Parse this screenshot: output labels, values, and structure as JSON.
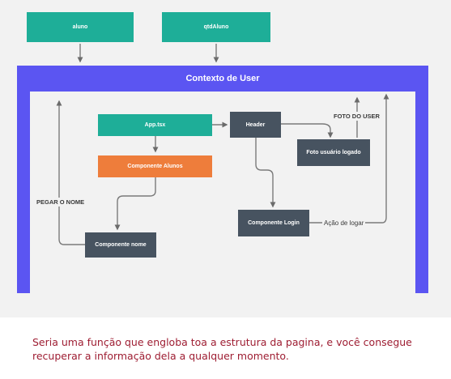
{
  "diagram": {
    "nodes": {
      "aluno": "aluno",
      "qtd_aluno": "qtdAluno",
      "context_title": "Contexto de User",
      "app_tsx": "App.tsx",
      "header": "Header",
      "componente_alunos": "Componente Alunos",
      "foto_usuario": "Foto usuário logado",
      "componente_login": "Componente Login",
      "componente_nome": "Componente nome"
    },
    "edge_labels": {
      "pegar_nome": "PEGAR O NOME",
      "foto_do_user": "FOTO DO USER",
      "acao_logar": "Ação de logar"
    },
    "colors": {
      "teal": "#1eae98",
      "context": "#5b55f2",
      "dark": "#475360",
      "orange": "#ee7d3b",
      "caption": "#9e1d32"
    }
  },
  "caption": "Seria uma função que engloba toa a estrutura da pagina, e você consegue recuperar a informação dela a qualquer momento."
}
